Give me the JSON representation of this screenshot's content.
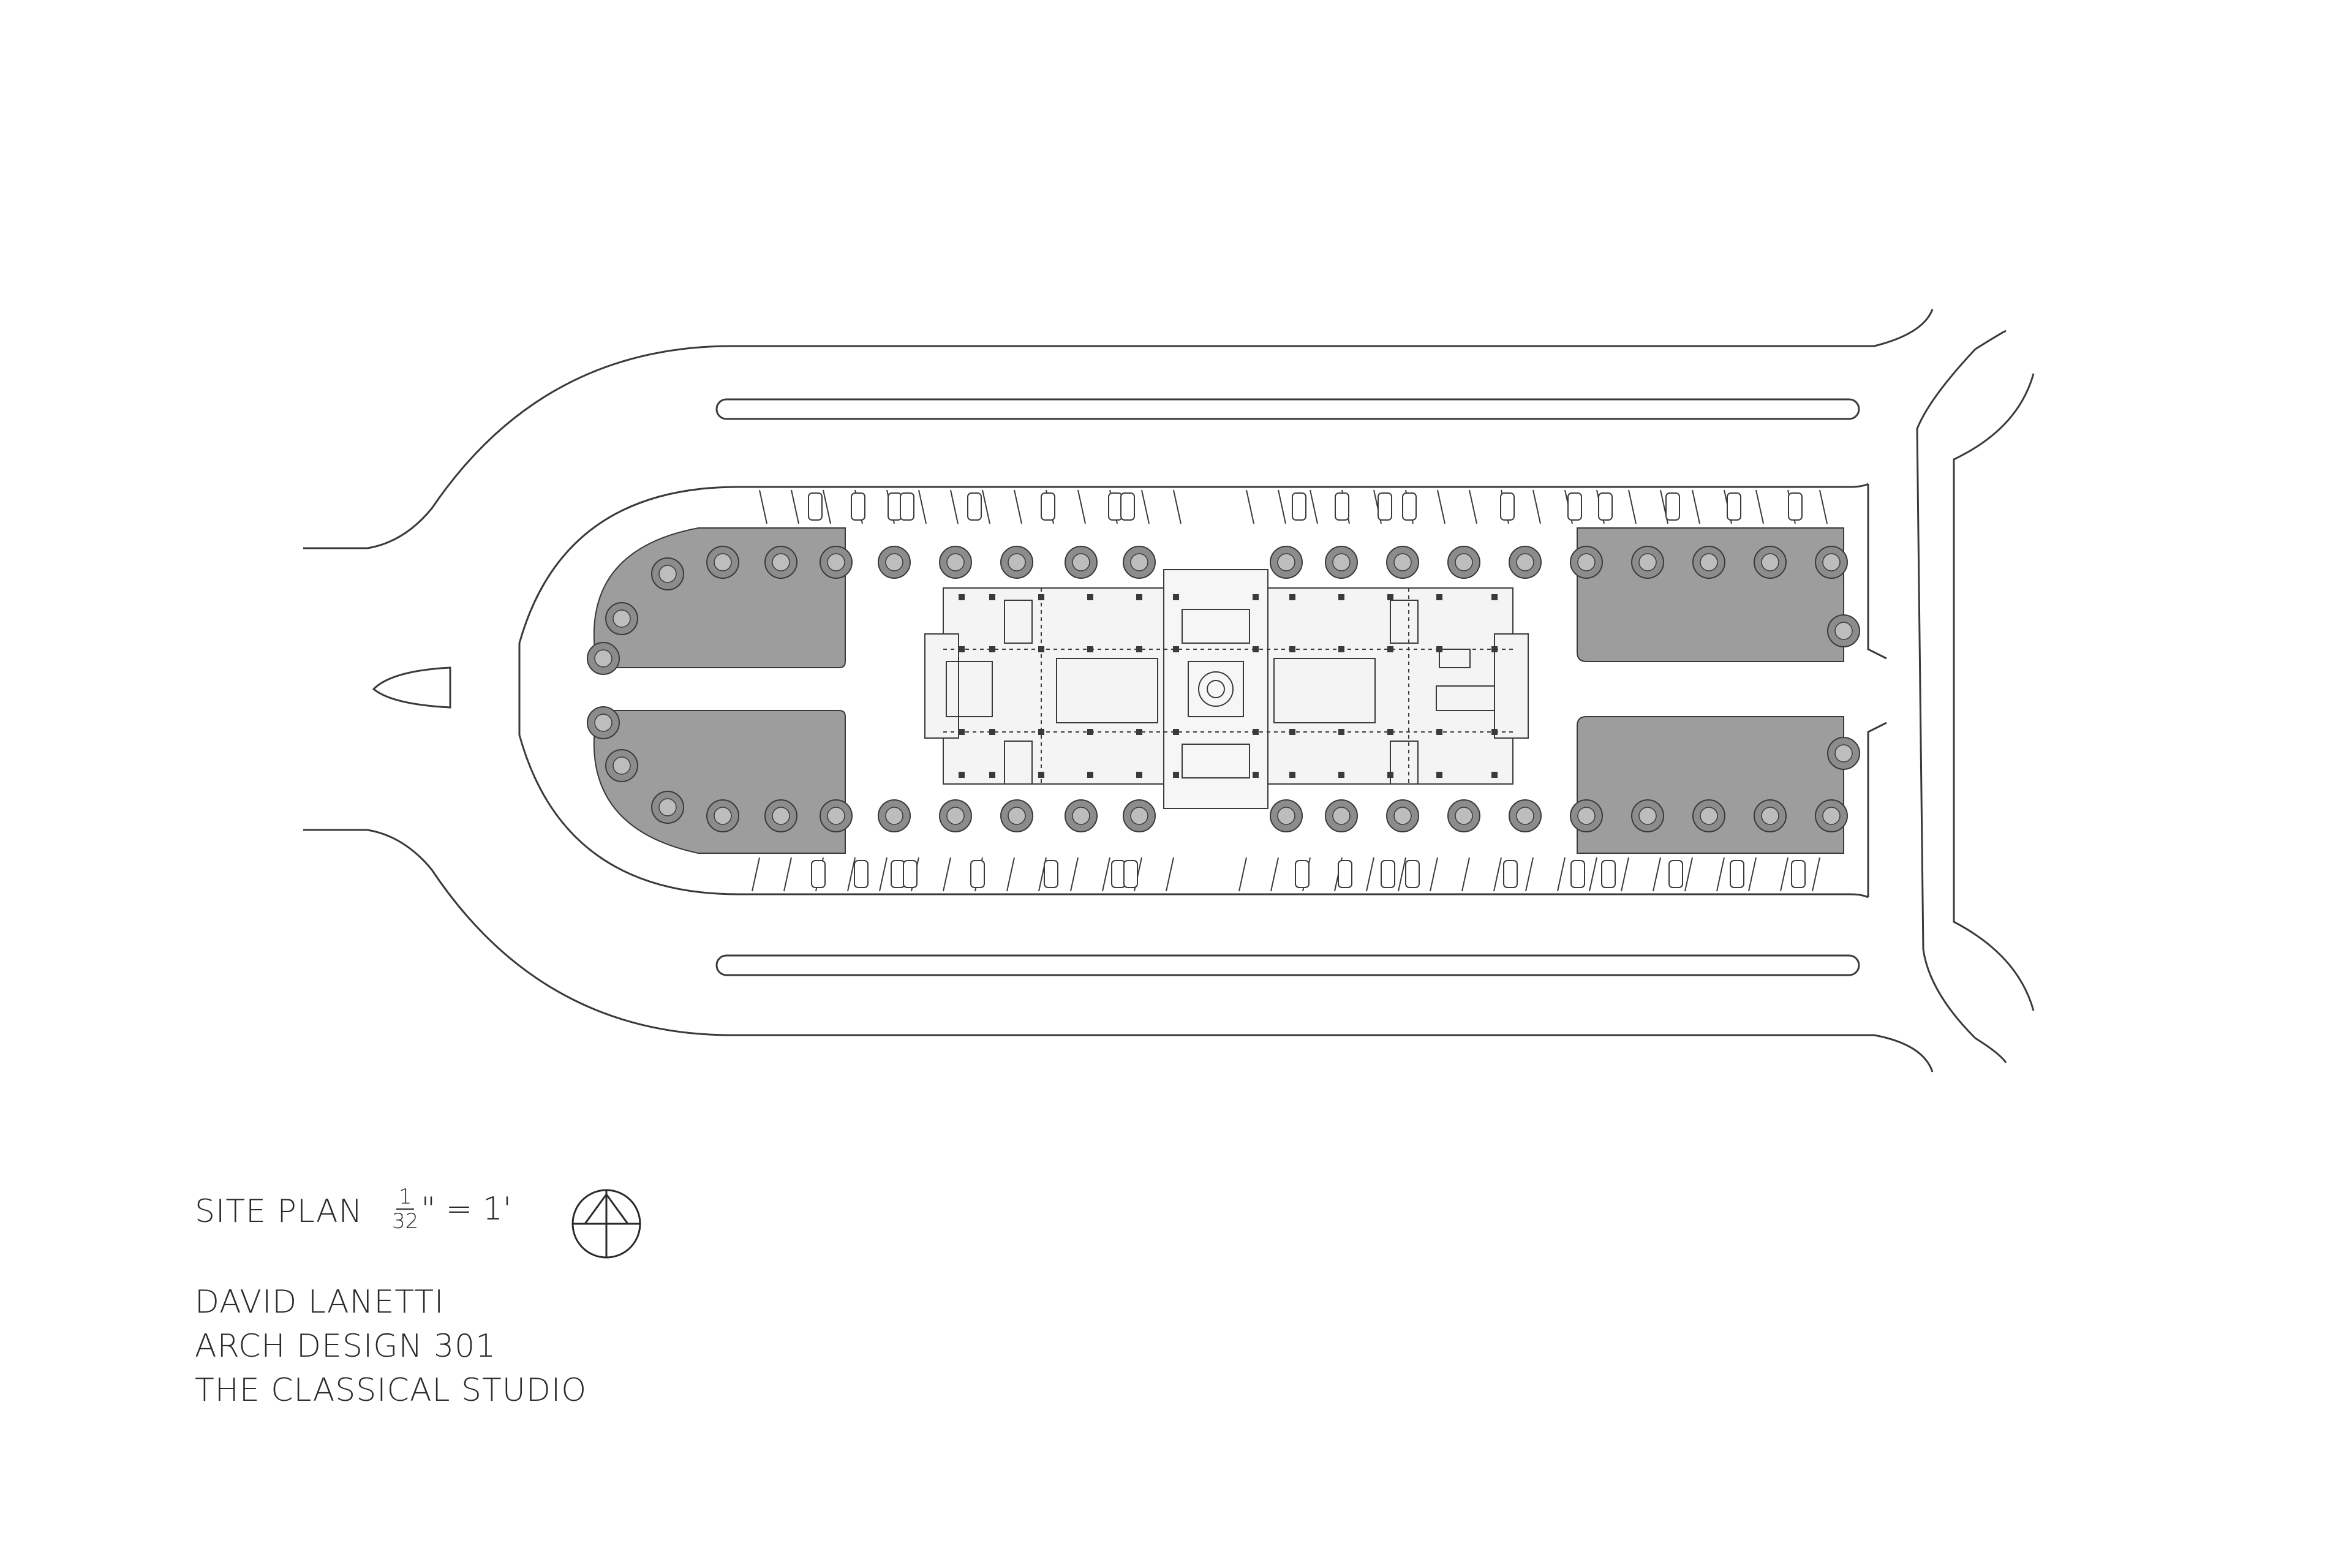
{
  "drawing": {
    "label": "SITE PLAN",
    "scale": {
      "numerator": "1",
      "denominator": "32",
      "suffix": "\" = 1'"
    },
    "north_arrow_icon": "north-arrow-icon"
  },
  "credits": {
    "author": "DAVID LANETTI",
    "course": "ARCH DESIGN 301",
    "studio": "THE CLASSICAL STUDIO"
  },
  "colors": {
    "line": "#3a3a3a",
    "lawn": "#9d9d9d",
    "tree": "#8c8c8c",
    "background": "#ffffff"
  }
}
